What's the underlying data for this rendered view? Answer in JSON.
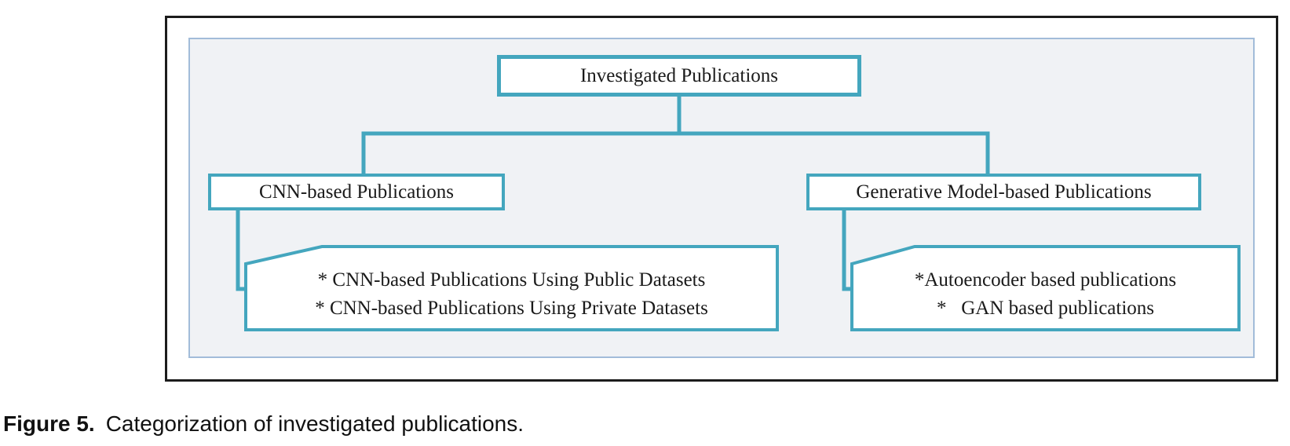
{
  "figure": {
    "caption_label": "Figure 5.",
    "caption_text": "Categorization of investigated publications."
  },
  "diagram": {
    "root_label": "Investigated Publications",
    "branches": [
      {
        "label": "CNN-based Publications",
        "items": [
          "* CNN-based Publications Using Public Datasets",
          "* CNN-based Publications Using Private Datasets"
        ]
      },
      {
        "label": "Generative Model-based Publications",
        "items": [
          "*Autoencoder based publications",
          "*   GAN based publications"
        ]
      }
    ]
  },
  "colors": {
    "accent": "#44a6be",
    "panel_background": "#f0f2f5",
    "panel_border": "#a2bcd9",
    "frame_border": "#1c1c1c",
    "text": "#1a1a1a"
  }
}
